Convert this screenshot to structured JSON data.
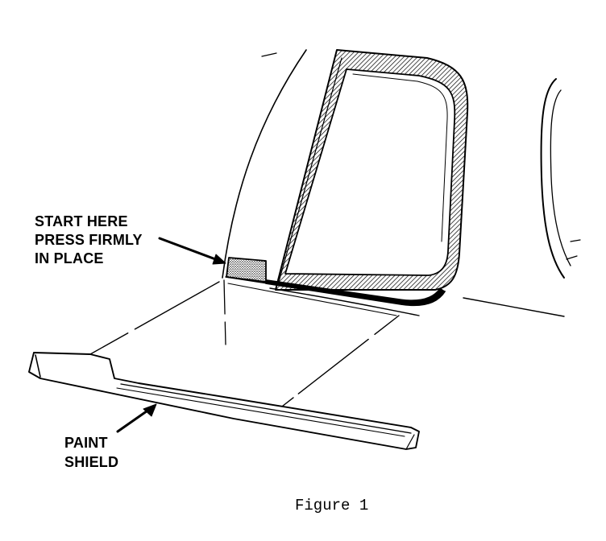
{
  "callouts": {
    "start_here": [
      "START HERE",
      "PRESS FIRMLY",
      "IN PLACE"
    ],
    "paint_shield": [
      "PAINT",
      "SHIELD"
    ]
  },
  "caption": "Figure 1"
}
